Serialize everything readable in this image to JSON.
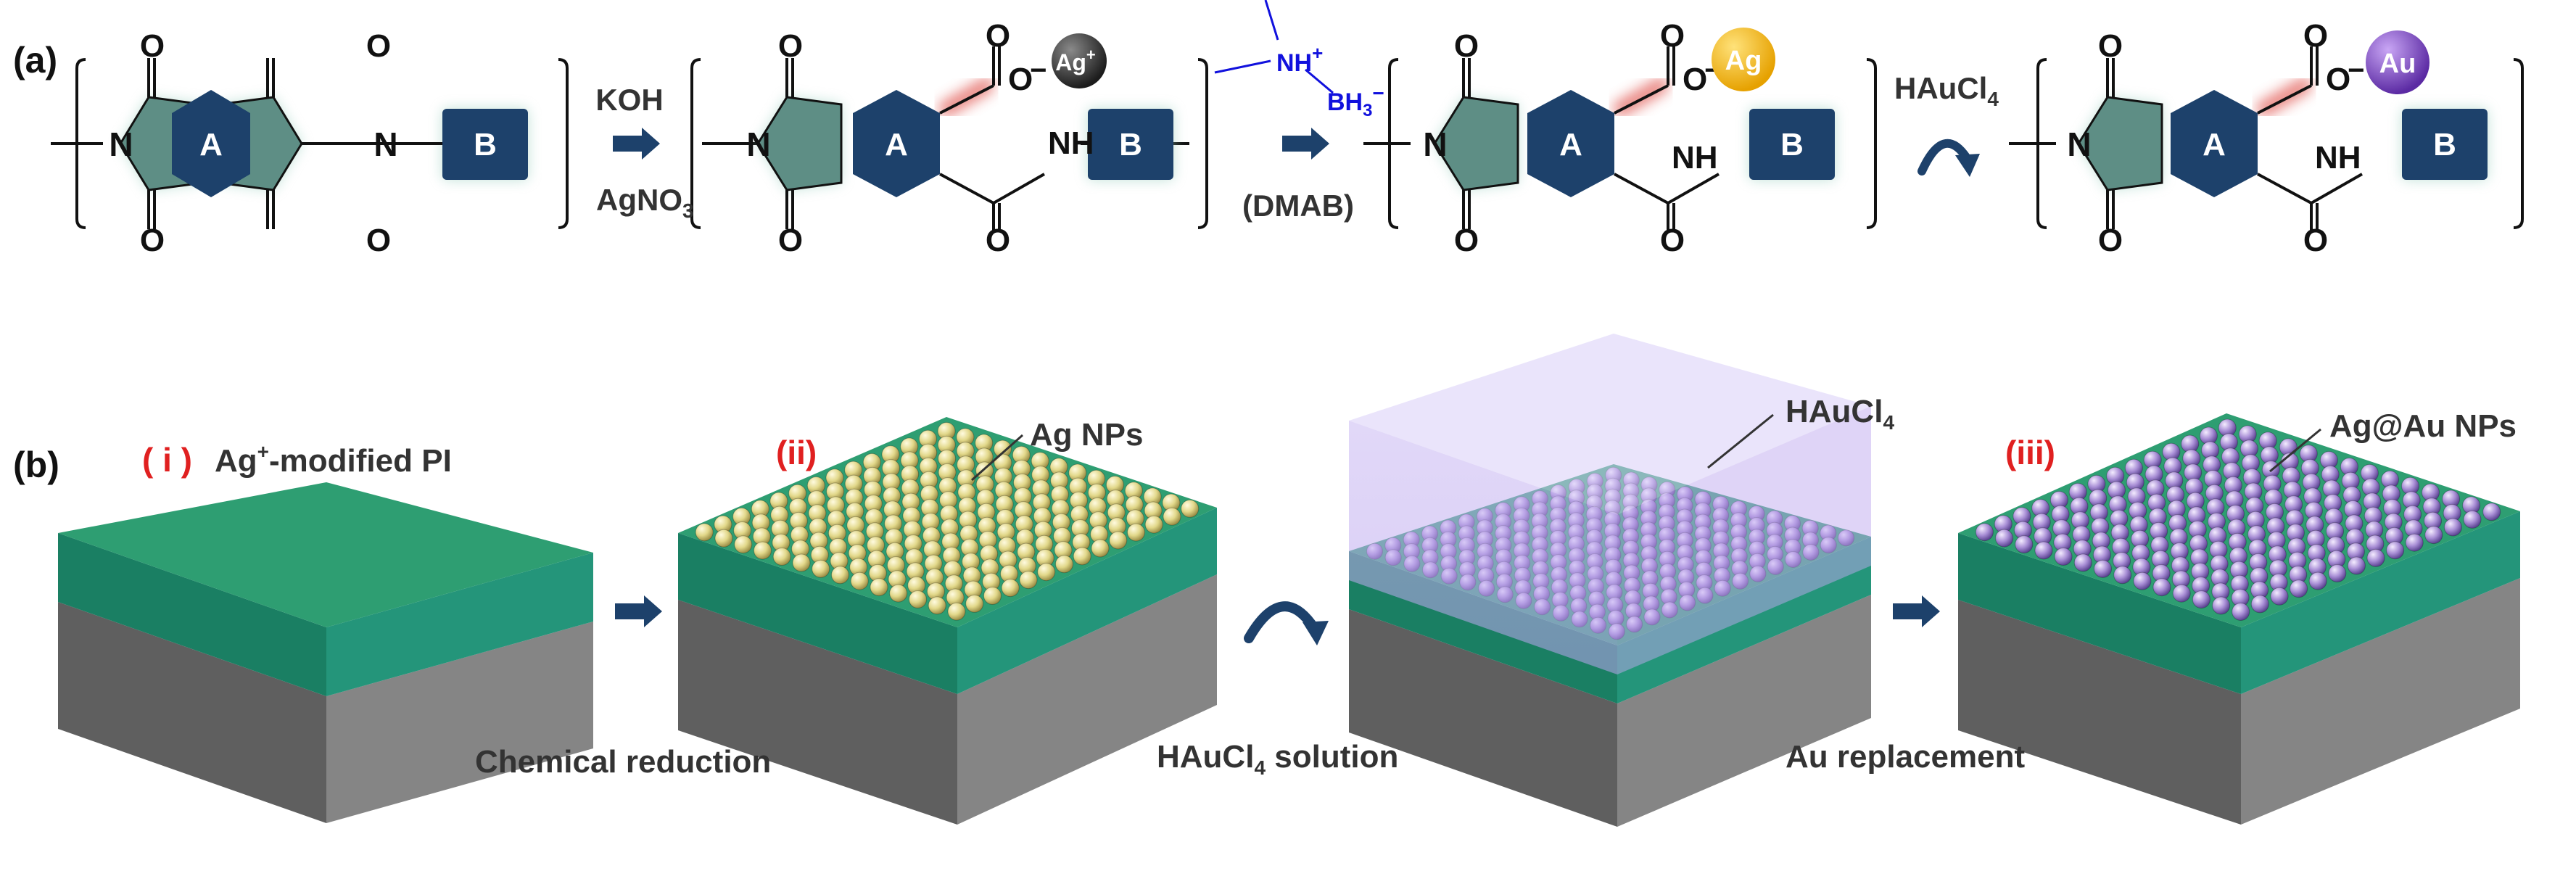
{
  "panel_a": {
    "label": "(a)",
    "ring_atoms": {
      "nitrogen": "N",
      "oxygen": "O",
      "amide": "NH"
    },
    "block_a": "A",
    "block_b": "B",
    "step1": {
      "top": "KOH",
      "bottom_main": "AgNO",
      "bottom_sub": "3"
    },
    "step2": {
      "bottom": "(DMAB)",
      "nh": "NH",
      "nh_charge": "+",
      "bh": "BH",
      "bh_sub": "3",
      "bh_charge": "−"
    },
    "step3": {
      "main": "HAuCl",
      "sub": "4"
    },
    "carboxylate": {
      "o": "O",
      "charge": "−"
    },
    "ion_ag_plus": {
      "main": "Ag",
      "charge": "+"
    },
    "ion_ag": "Ag",
    "ion_au": "Au",
    "colors": {
      "ring_fill": "#5e8e85",
      "block_fill": "#1d416b",
      "arrow": "#1d416b",
      "dmab_blue": "#1111dd",
      "red_bond": "#e0504a"
    }
  },
  "panel_b": {
    "label": "(b)",
    "stage_i": {
      "tag": "( i )",
      "caption_main": "Ag",
      "caption_sup": "+",
      "caption_rest": "-modified PI"
    },
    "stage_ii": {
      "tag": "(ii)",
      "np_label": "Ag NPs"
    },
    "stage_sol": {
      "label_main": "HAuCl",
      "label_sub": "4"
    },
    "stage_iii": {
      "tag": "(iii)",
      "np_label": "Ag@Au NPs"
    },
    "captions": {
      "reduction": "Chemical reduction",
      "solution_main": "HAuCl",
      "solution_sub": "4",
      "solution_rest": " solution",
      "replacement": "Au replacement"
    },
    "colors": {
      "film_top": "#2e9e72",
      "film_side": "#1e8068",
      "substrate": "#6e6e6e",
      "ag_np": "#e2d88a",
      "au_np": "#a98fd6",
      "tag_red": "#e02020"
    }
  }
}
